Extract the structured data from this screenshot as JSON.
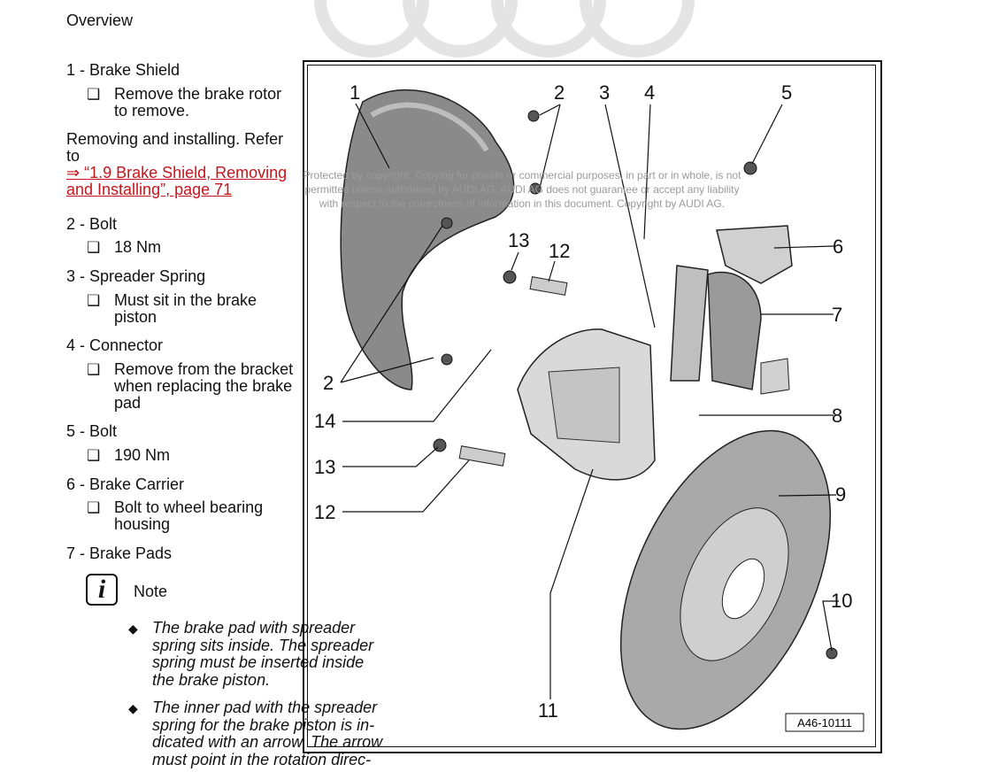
{
  "page": {
    "heading": "Overview",
    "items": [
      {
        "title": "1 - Brake Shield",
        "steps": [
          "Remove the brake rotor to remove."
        ]
      },
      {
        "title": "2 - Bolt",
        "steps": [
          "18 Nm"
        ]
      },
      {
        "title": "3 - Spreader Spring",
        "steps": [
          "Must sit in the brake piston"
        ]
      },
      {
        "title": "4 - Connector",
        "steps": [
          "Remove from the bracket when replacing the brake pad"
        ]
      },
      {
        "title": "5 - Bolt",
        "steps": [
          "190 Nm"
        ]
      },
      {
        "title": "6 - Brake Carrier",
        "steps": [
          "Bolt to wheel bearing housing"
        ]
      },
      {
        "title": "7 - Brake Pads",
        "steps": []
      }
    ],
    "reference": {
      "text": "Removing and installing. Refer to",
      "link_line1": "⇒ “1.9 Brake Shield, Removing",
      "link_line2": "and Installing”, page 71"
    },
    "note": {
      "label": "Note",
      "icon": "info-icon",
      "bullets": [
        [
          "The brake pad with spreader",
          "spring sits inside. The spreader",
          "spring must be inserted inside",
          "the brake piston."
        ],
        [
          "The inner pad with the spreader",
          "spring for the brake piston is in-",
          "dicated with an arrow. The arrow",
          "must point in the rotation direc-"
        ]
      ]
    },
    "checkbox_glyph": "❑",
    "bullet_glyph": "◆",
    "link_color": "#c4161c"
  },
  "watermark": {
    "lines": [
      "Protected by copyright. Copying for private or commercial purposes, in part or in whole, is not",
      "permitted unless authorised by AUDI AG. AUDI AG does not guarantee or accept any liability",
      "with respect to the correctness of information in this document. Copyright by AUDI AG."
    ]
  },
  "diagram": {
    "figure_id": "A46-10111",
    "callouts": [
      "1",
      "2",
      "3",
      "4",
      "5",
      "6",
      "7",
      "8",
      "9",
      "10",
      "11",
      "12",
      "13",
      "2",
      "14",
      "13",
      "12"
    ]
  }
}
